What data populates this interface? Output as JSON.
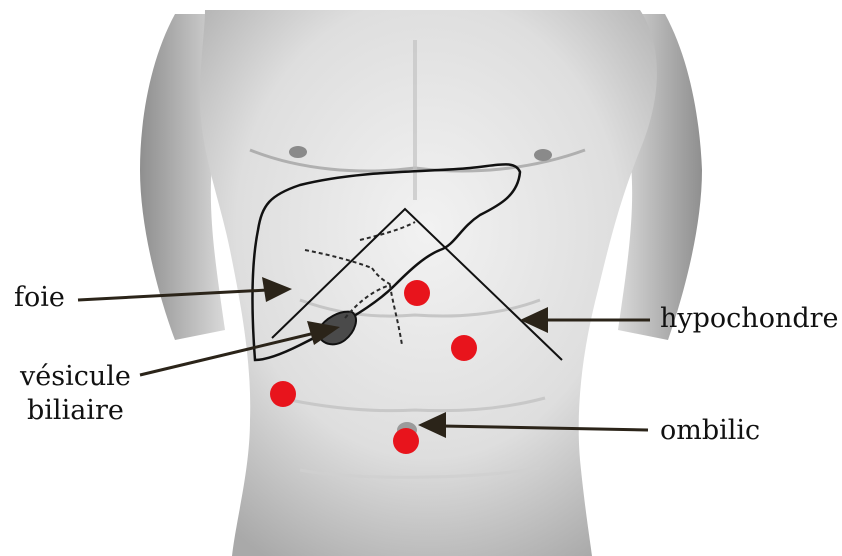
{
  "labels": {
    "foie": "foie",
    "vesicule_line1": "vésicule",
    "vesicule_line2": "biliaire",
    "hypochondre": "hypochondre",
    "ombilic": "ombilic"
  },
  "colors": {
    "background": "#ffffff",
    "body_shade": "#dcdcdc",
    "outline": "#1a1a1a",
    "arrow": "#2b2419",
    "marker": "#e8141c"
  },
  "markers": [
    {
      "name": "point-epigastric"
    },
    {
      "name": "point-left-upper-quadrant"
    },
    {
      "name": "point-right-lower-quadrant"
    },
    {
      "name": "point-umbilical"
    }
  ]
}
